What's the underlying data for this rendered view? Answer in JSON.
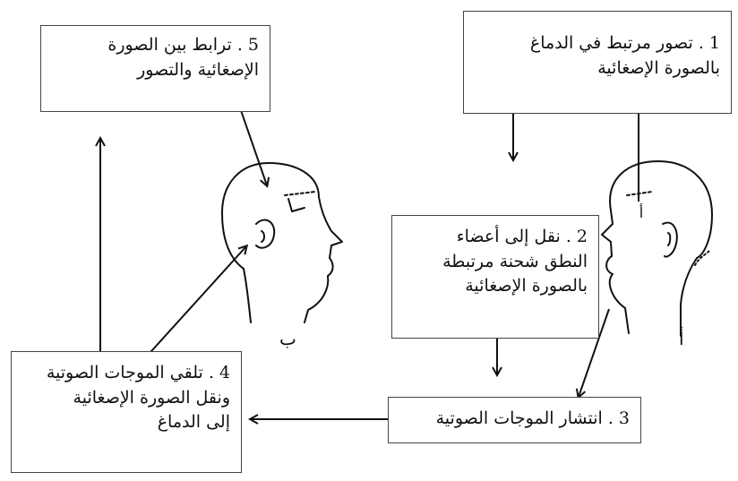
{
  "boxes": {
    "box1": {
      "lines": [
        "1 . تصور مرتبط في الدماغ",
        "بالصورة الإصغائية"
      ]
    },
    "box2": {
      "lines": [
        "2 . نقل إلى أعضاء",
        "النطق شحنة مرتبطة",
        "بالصورة الإصغائية"
      ]
    },
    "box3": {
      "lines": [
        "3 . انتشار الموجات الصوتية"
      ]
    },
    "box4": {
      "lines": [
        "4 . تلقي الموجات الصوتية",
        "ونقل الصورة الإصغائية",
        "إلى الدماغ"
      ]
    },
    "box5": {
      "lines": [
        "5 . ترابط بين الصورة",
        "الإصغائية والتصور"
      ]
    }
  },
  "head_labels": {
    "speaker": "أ",
    "speaker_brain_mark": "أ",
    "listener": "ب"
  },
  "colors": {
    "ink": "#111111",
    "box_border": "#444444",
    "background": "#ffffff"
  }
}
